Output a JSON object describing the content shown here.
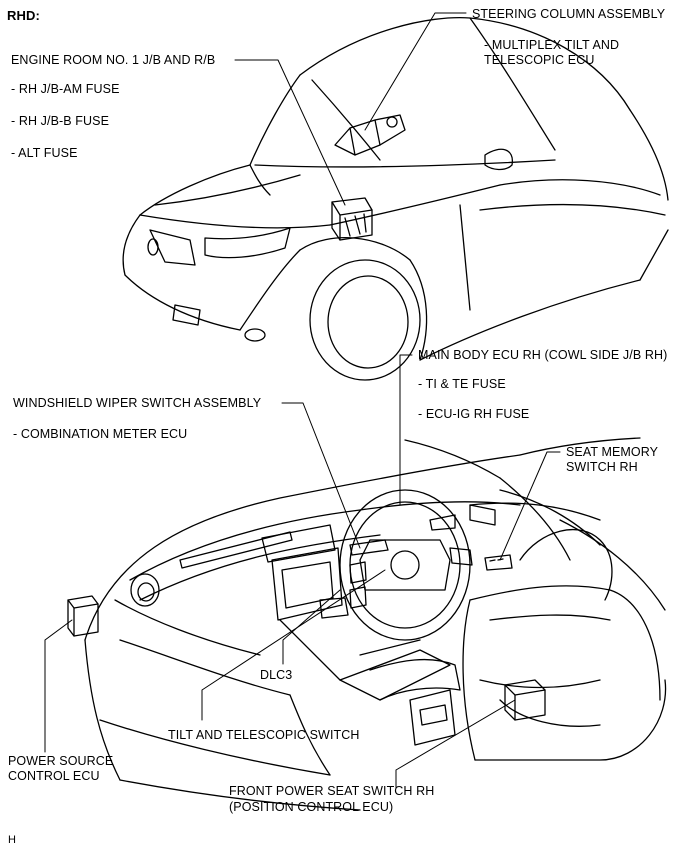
{
  "header": {
    "title": "RHD:"
  },
  "labels": {
    "steering_column": "STEERING COLUMN ASSEMBLY",
    "steering_column_sub": "- MULTIPLEX TILT AND TELESCOPIC ECU",
    "engine_room_jb": "ENGINE ROOM NO. 1 J/B AND R/B",
    "engine_room_items": [
      "- RH J/B-AM FUSE",
      "- RH J/B-B FUSE",
      "- ALT FUSE"
    ],
    "main_body_ecu": "MAIN BODY ECU RH (COWL SIDE J/B RH)",
    "main_body_items": [
      "- TI & TE FUSE",
      "- ECU-IG RH FUSE"
    ],
    "wiper_switch": "WINDSHIELD WIPER SWITCH ASSEMBLY",
    "wiper_sub": "- COMBINATION METER ECU",
    "seat_memory": "SEAT MEMORY SWITCH RH",
    "dlc3": "DLC3",
    "tilt_switch": "TILT AND TELESCOPIC SWITCH",
    "power_source": "POWER SOURCE CONTROL ECU",
    "front_seat": "FRONT POWER SEAT SWITCH RH",
    "front_seat_sub": "(POSITION CONTROL ECU)"
  },
  "footer": {
    "code": "H"
  }
}
